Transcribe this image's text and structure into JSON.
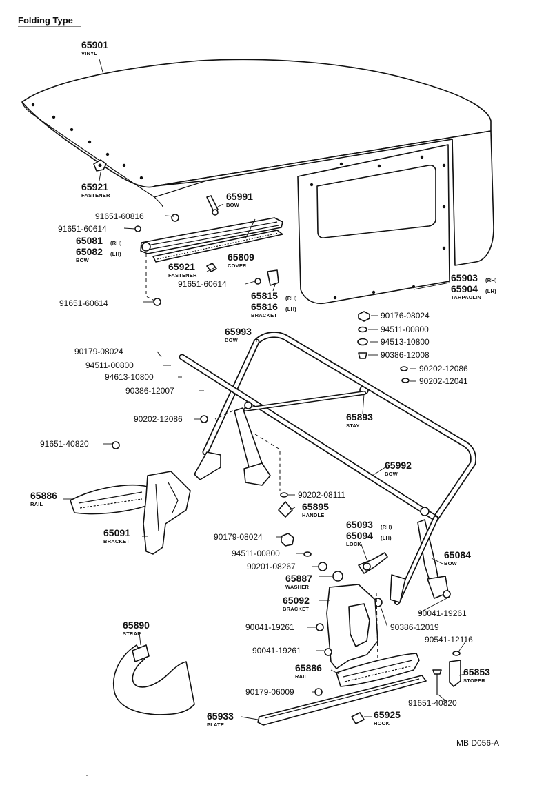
{
  "header": {
    "title": "Folding Type"
  },
  "diagram_code": "MB D056-A",
  "callouts": [
    {
      "id": "c1",
      "part": "65901",
      "desc": "VINYL"
    },
    {
      "id": "c2",
      "part": "65921",
      "desc": "FASTENER"
    },
    {
      "id": "c3",
      "part": "65991",
      "desc": "BOW"
    },
    {
      "id": "c4",
      "part": "91651-60816",
      "desc": ""
    },
    {
      "id": "c5",
      "part": "91651-60614",
      "desc": ""
    },
    {
      "id": "c6",
      "part": "65081",
      "side": "(RH)",
      "desc": ""
    },
    {
      "id": "c7",
      "part": "65082",
      "side": "(LH)",
      "desc": "BOW"
    },
    {
      "id": "c8",
      "part": "65809",
      "desc": "COVER"
    },
    {
      "id": "c9",
      "part": "65921",
      "desc": "FASTENER"
    },
    {
      "id": "c10",
      "part": "91651-60614",
      "desc": ""
    },
    {
      "id": "c11",
      "part": "65815",
      "side": "(RH)",
      "desc": ""
    },
    {
      "id": "c12",
      "part": "65816",
      "side": "(LH)",
      "desc": "BRACKET"
    },
    {
      "id": "c13",
      "part": "91651-60614",
      "desc": ""
    },
    {
      "id": "c14",
      "part": "65903",
      "side": "(RH)",
      "desc": ""
    },
    {
      "id": "c15",
      "part": "65904",
      "side": "(LH)",
      "desc": "TARPAULIN"
    },
    {
      "id": "c16",
      "part": "90176-08024",
      "desc": ""
    },
    {
      "id": "c17",
      "part": "94511-00800",
      "desc": ""
    },
    {
      "id": "c18",
      "part": "94513-10800",
      "desc": ""
    },
    {
      "id": "c19",
      "part": "90386-12008",
      "desc": ""
    },
    {
      "id": "c20",
      "part": "90202-12086",
      "desc": ""
    },
    {
      "id": "c21",
      "part": "90202-12041",
      "desc": ""
    },
    {
      "id": "c22",
      "part": "65993",
      "desc": "BOW"
    },
    {
      "id": "c23",
      "part": "90179-08024",
      "desc": ""
    },
    {
      "id": "c24",
      "part": "94511-00800",
      "desc": ""
    },
    {
      "id": "c25",
      "part": "94613-10800",
      "desc": ""
    },
    {
      "id": "c26",
      "part": "90386-12007",
      "desc": ""
    },
    {
      "id": "c27",
      "part": "90202-12086",
      "desc": ""
    },
    {
      "id": "c28",
      "part": "65893",
      "desc": "STAY"
    },
    {
      "id": "c29",
      "part": "91651-40820",
      "desc": ""
    },
    {
      "id": "c30",
      "part": "65992",
      "desc": "BOW"
    },
    {
      "id": "c31",
      "part": "65886",
      "desc": "RAIL"
    },
    {
      "id": "c32",
      "part": "90202-08111",
      "desc": ""
    },
    {
      "id": "c33",
      "part": "65895",
      "desc": "HANDLE"
    },
    {
      "id": "c34",
      "part": "65091",
      "desc": "BRACKET"
    },
    {
      "id": "c35",
      "part": "65093",
      "side": "(RH)",
      "desc": ""
    },
    {
      "id": "c36",
      "part": "65094",
      "side": "(LH)",
      "desc": "LOCK"
    },
    {
      "id": "c37",
      "part": "90179-08024",
      "desc": ""
    },
    {
      "id": "c38",
      "part": "94511-00800",
      "desc": ""
    },
    {
      "id": "c39",
      "part": "90201-08267",
      "desc": ""
    },
    {
      "id": "c40",
      "part": "65887",
      "desc": "WASHER"
    },
    {
      "id": "c41",
      "part": "65084",
      "desc": "BOW"
    },
    {
      "id": "c42",
      "part": "65092",
      "desc": "BRACKET"
    },
    {
      "id": "c43",
      "part": "90041-19261",
      "desc": ""
    },
    {
      "id": "c44",
      "part": "90386-12019",
      "desc": ""
    },
    {
      "id": "c45",
      "part": "65890",
      "desc": "STRAP"
    },
    {
      "id": "c46",
      "part": "90041-19261",
      "desc": ""
    },
    {
      "id": "c47",
      "part": "90541-12116",
      "desc": ""
    },
    {
      "id": "c48",
      "part": "90041-19261",
      "desc": ""
    },
    {
      "id": "c49",
      "part": "65886",
      "desc": "RAIL"
    },
    {
      "id": "c50",
      "part": "65853",
      "desc": "STOPER"
    },
    {
      "id": "c51",
      "part": "90179-06009",
      "desc": ""
    },
    {
      "id": "c52",
      "part": "91651-40820",
      "desc": ""
    },
    {
      "id": "c53",
      "part": "65933",
      "desc": "PLATE"
    },
    {
      "id": "c54",
      "part": "65925",
      "desc": "HOOK"
    }
  ]
}
